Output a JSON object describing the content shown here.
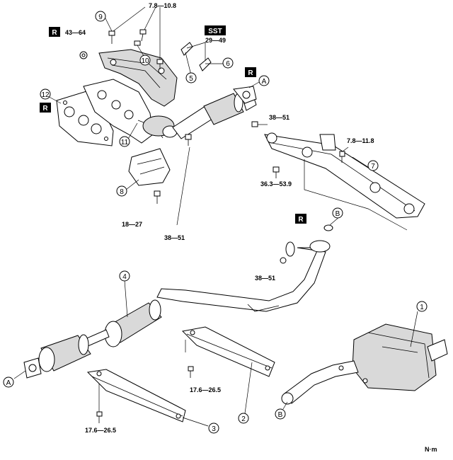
{
  "callouts": [
    {
      "id": "c1",
      "label": "1"
    },
    {
      "id": "c2",
      "label": "2"
    },
    {
      "id": "c3",
      "label": "3"
    },
    {
      "id": "c4",
      "label": "4"
    },
    {
      "id": "c5",
      "label": "5"
    },
    {
      "id": "c6",
      "label": "6"
    },
    {
      "id": "c7",
      "label": "7"
    },
    {
      "id": "c8",
      "label": "8"
    },
    {
      "id": "c9",
      "label": "9"
    },
    {
      "id": "c10",
      "label": "10"
    },
    {
      "id": "c11",
      "label": "11"
    },
    {
      "id": "c12",
      "label": "12"
    },
    {
      "id": "cA1",
      "label": "A"
    },
    {
      "id": "cA2",
      "label": "A"
    },
    {
      "id": "cB1",
      "label": "B"
    },
    {
      "id": "cB2",
      "label": "B"
    }
  ],
  "torques": {
    "t_heatshield": "7.8—10.8",
    "t_nut_r": "43—64",
    "t_sst": "29—49",
    "t_flange_a": "38—51",
    "t_bracket7": "7.8—11.8",
    "t_member": "36.3—53.9",
    "t_bracket8": "18—27",
    "t_bolt_mid": "38—51",
    "t_flange_b": "38—51",
    "t_bracket2": "17.6—26.5",
    "t_bracket3": "17.6—26.5"
  },
  "tags": {
    "r": "R",
    "sst": "SST"
  },
  "units": "N·m"
}
